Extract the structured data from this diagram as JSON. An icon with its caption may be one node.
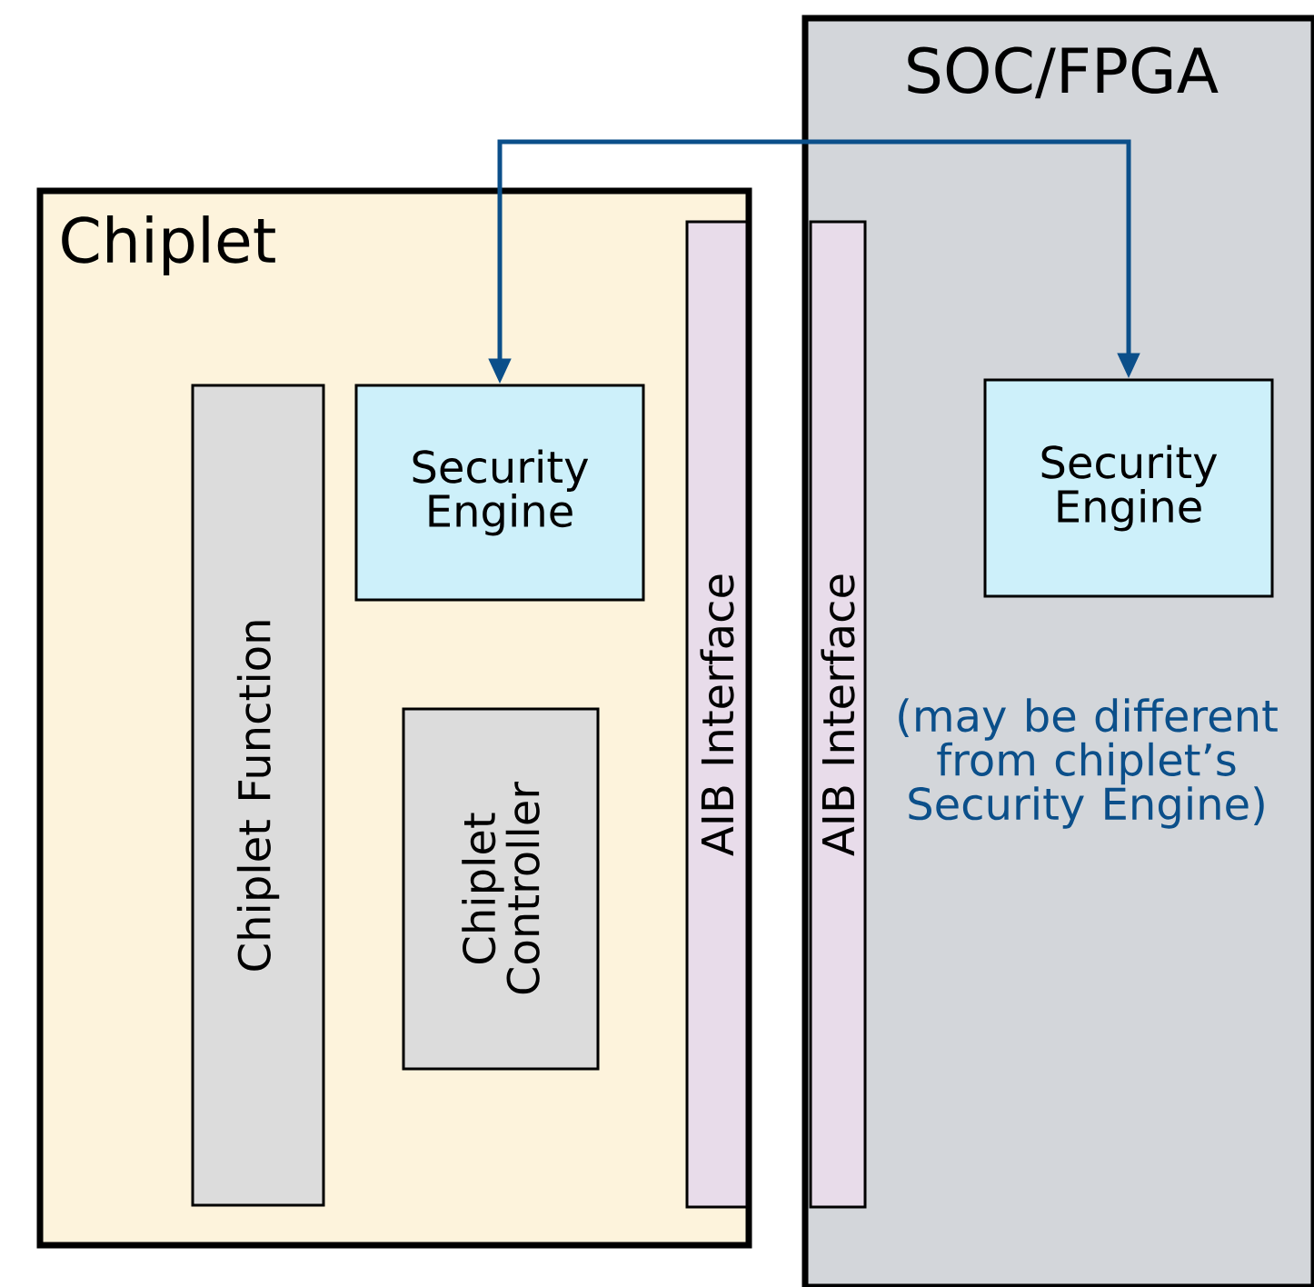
{
  "diagram": {
    "nodes": [
      {
        "text": [
          "Chiplet"
        ]
      },
      {
        "text": [
          "SOC/FPGA"
        ]
      },
      {
        "text": [
          "Chiplet Function"
        ],
        "in": 0
      },
      {
        "text": [
          "Security Engine"
        ],
        "in": 0
      },
      {
        "text": [
          "Chiplet Controller"
        ],
        "in": 0
      },
      {
        "text": [
          "AIB Interface"
        ],
        "in": 0
      },
      {
        "text": [
          "AIB Interface"
        ],
        "in": 1
      },
      {
        "text": [
          "Security Engine"
        ],
        "in": 1
      }
    ],
    "edges": [
      {
        "from": 3,
        "to": 7,
        "arrow": "both",
        "color": "#0b4f8a"
      }
    ],
    "labels": [
      "(may be different from chiplet’s Security Engine)"
    ]
  }
}
